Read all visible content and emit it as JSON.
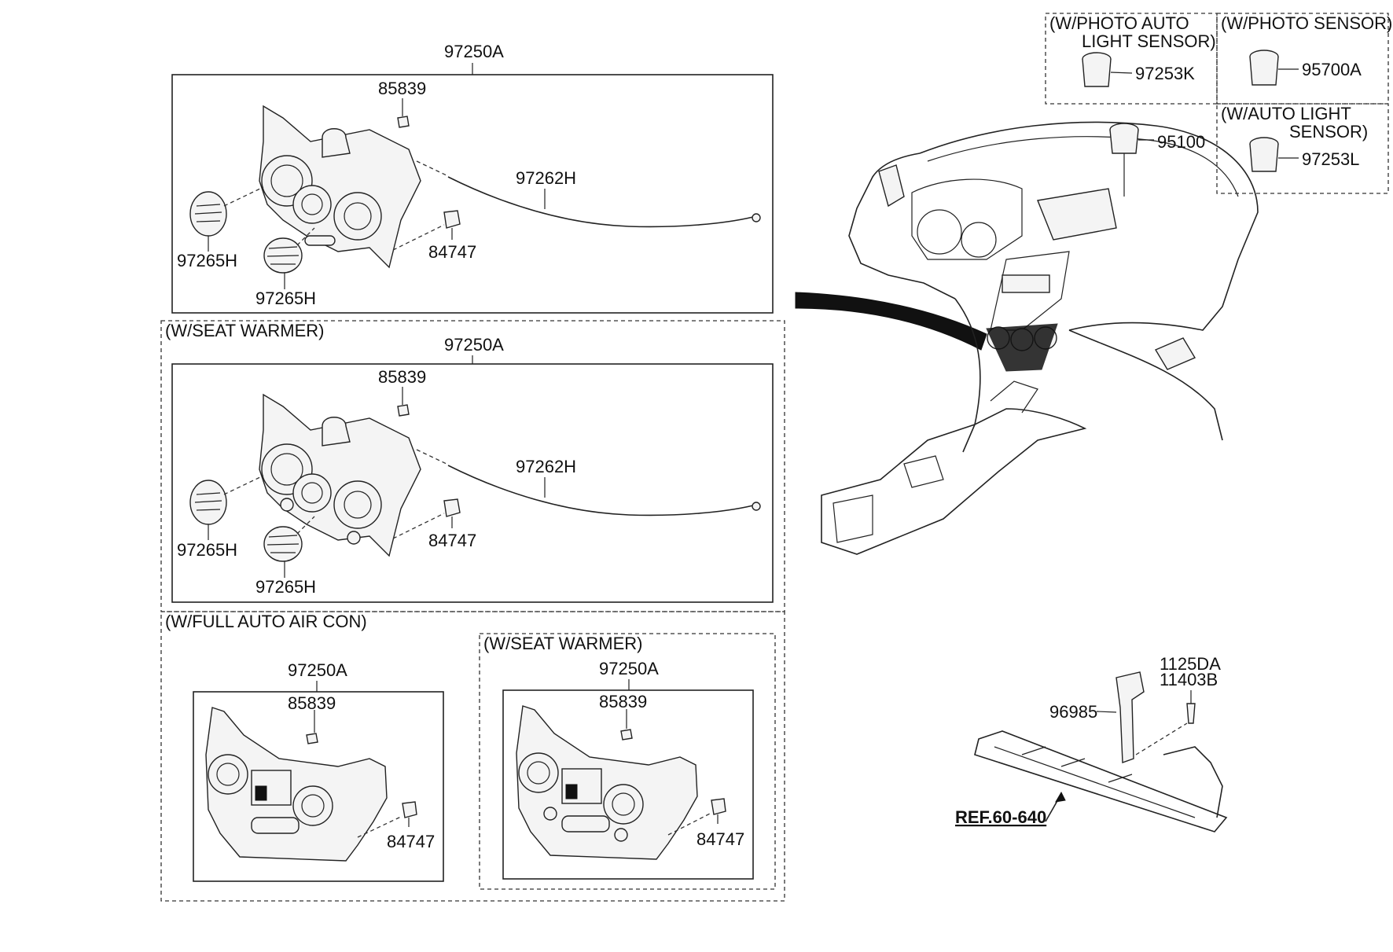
{
  "groups": {
    "base": {
      "assy": "97250A",
      "parts": [
        "85839",
        "97262H",
        "97265H",
        "97265H",
        "84747"
      ]
    },
    "seat_warmer": {
      "title": "(W/SEAT WARMER)",
      "assy": "97250A",
      "parts": [
        "85839",
        "97262H",
        "97265H",
        "97265H",
        "84747"
      ]
    },
    "full_auto": {
      "title": "(W/FULL AUTO AIR CON)",
      "assy": "97250A",
      "parts": [
        "85839",
        "84747"
      ],
      "sub": {
        "title": "(W/SEAT WARMER)",
        "assy": "97250A",
        "parts": [
          "85839",
          "84747"
        ]
      }
    }
  },
  "sensors": {
    "photo_auto_light": {
      "title_1": "(W/PHOTO  AUTO",
      "title_2": "LIGHT SENSOR)",
      "part": "97253K"
    },
    "photo": {
      "title": "(W/PHOTO SENSOR)",
      "part": "95700A"
    },
    "auto_light": {
      "title_1": "(W/AUTO  LIGHT",
      "title_2": "SENSOR)",
      "part": "97253L"
    },
    "standard": {
      "part": "95100"
    }
  },
  "bracket": {
    "parts": [
      "1125DA",
      "11403B",
      "96985"
    ],
    "ref": "REF.60-640"
  }
}
